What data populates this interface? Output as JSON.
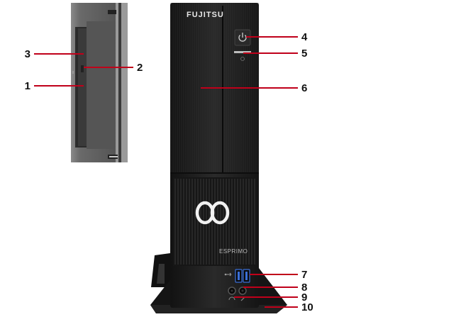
{
  "brand": {
    "logo_text": "FUJITSU",
    "model_text": "ESPRIMO"
  },
  "colors": {
    "callout_line": "#c0001a",
    "case_dark": "#1c1c1c",
    "drive_panel": "#5a5a5a"
  },
  "callouts": [
    {
      "label": "1"
    },
    {
      "label": "2"
    },
    {
      "label": "3"
    },
    {
      "label": "4"
    },
    {
      "label": "5"
    },
    {
      "label": "6"
    },
    {
      "label": "7"
    },
    {
      "label": "8"
    },
    {
      "label": "9"
    },
    {
      "label": "10"
    }
  ]
}
